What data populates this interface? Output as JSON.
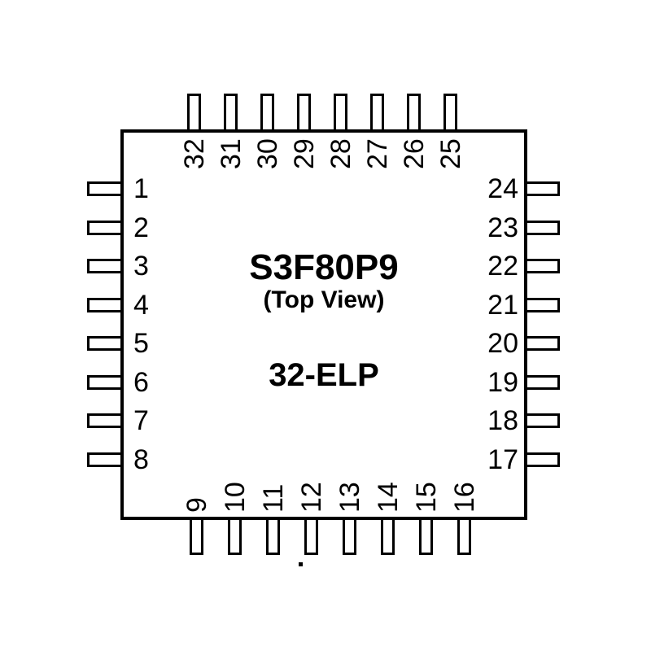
{
  "diagram": {
    "title": "S3F80P9",
    "subtitle": "(Top View)",
    "package_label": "32-ELP"
  },
  "pins": {
    "left": [
      "1",
      "2",
      "3",
      "4",
      "5",
      "6",
      "7",
      "8"
    ],
    "bottom": [
      "9",
      "10",
      "11",
      "12",
      "13",
      "14",
      "15",
      "16"
    ],
    "right_top_to_bottom": [
      "24",
      "23",
      "22",
      "21",
      "20",
      "19",
      "18",
      "17"
    ],
    "top_left_to_right": [
      "32",
      "31",
      "30",
      "29",
      "28",
      "27",
      "26",
      "25"
    ]
  },
  "colors": {
    "line": "#000000",
    "text": "#000000",
    "background": "#ffffff"
  }
}
